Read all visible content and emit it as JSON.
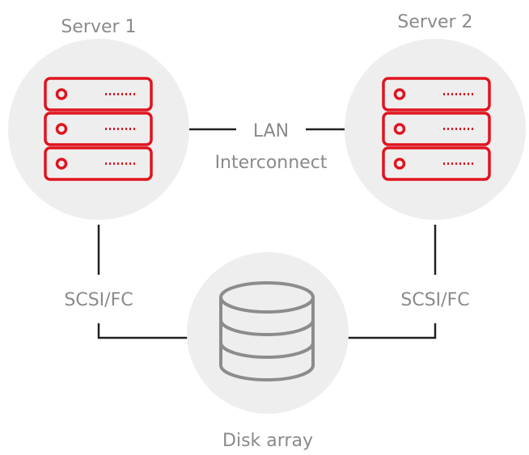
{
  "servers": [
    {
      "label": "Server 1"
    },
    {
      "label": "Server 2"
    }
  ],
  "links": {
    "lan_line1": "LAN",
    "lan_line2": "Interconnect",
    "left_link": "SCSI/FC",
    "right_link": "SCSI/FC"
  },
  "storage": {
    "label": "Disk array"
  },
  "colors": {
    "accent": "#e0141e",
    "circle": "#eeeeee",
    "disk": "#8c8c8c",
    "line": "#222222",
    "text": "#8a8a8a"
  },
  "icons": {
    "server": "server-rack-icon",
    "disk": "database-icon"
  }
}
